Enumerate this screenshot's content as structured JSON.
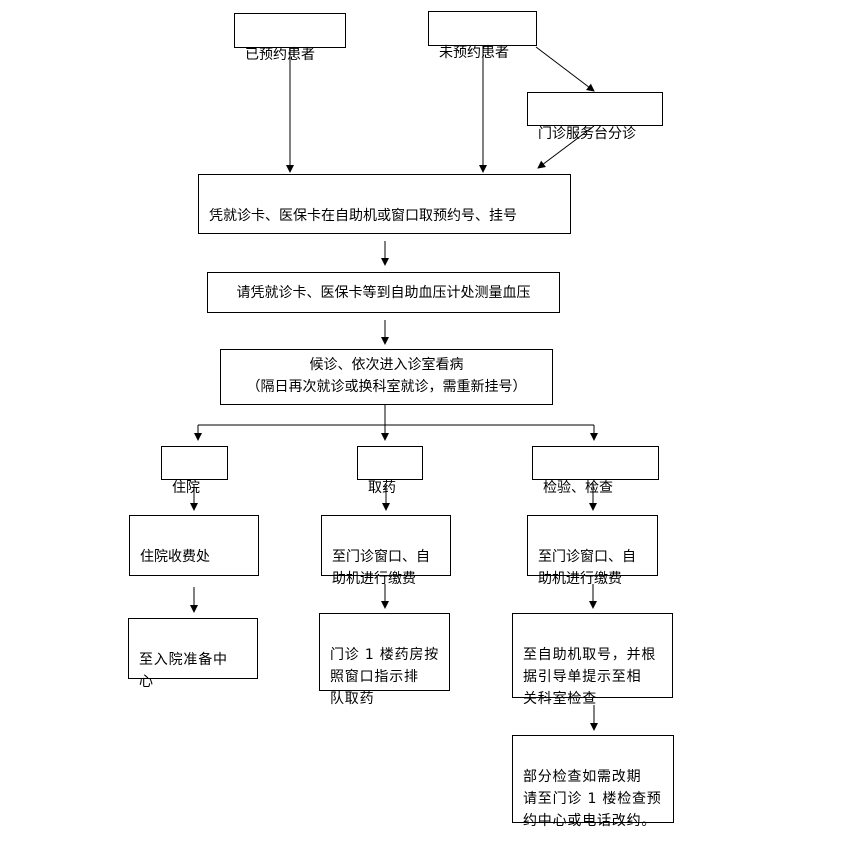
{
  "nodes": {
    "booked_patient": "已预约患者",
    "unbooked_patient": "未预约患者",
    "service_desk": "门诊服务台分诊",
    "registration": "凭就诊卡、医保卡在自助机或窗口取预约号、挂号",
    "blood_pressure": "请凭就诊卡、医保卡等到自助血压计处测量血压",
    "consultation_line1": "候诊、依次进入诊室看病",
    "consultation_line2": "（隔日再次就诊或换科室就诊，需重新挂号）",
    "hospitalization": "住院",
    "medicine_pickup": "取药",
    "examination": "检验、检查",
    "inpatient_billing": "住院收费处",
    "inpatient_prep": "至入院准备中\n心",
    "payment_medicine": "至门诊窗口、自\n助机进行缴费",
    "payment_exam": "至门诊窗口、自\n助机进行缴费",
    "pharmacy_queue": "门诊 1 楼药房按\n照窗口指示排\n队取药",
    "exam_ticket": "至自助机取号，并根\n据引导单提示至相\n关科室检查",
    "reschedule_note": "部分检查如需改期\n请至门诊 1 楼检查预\n约中心或电话改约。"
  }
}
